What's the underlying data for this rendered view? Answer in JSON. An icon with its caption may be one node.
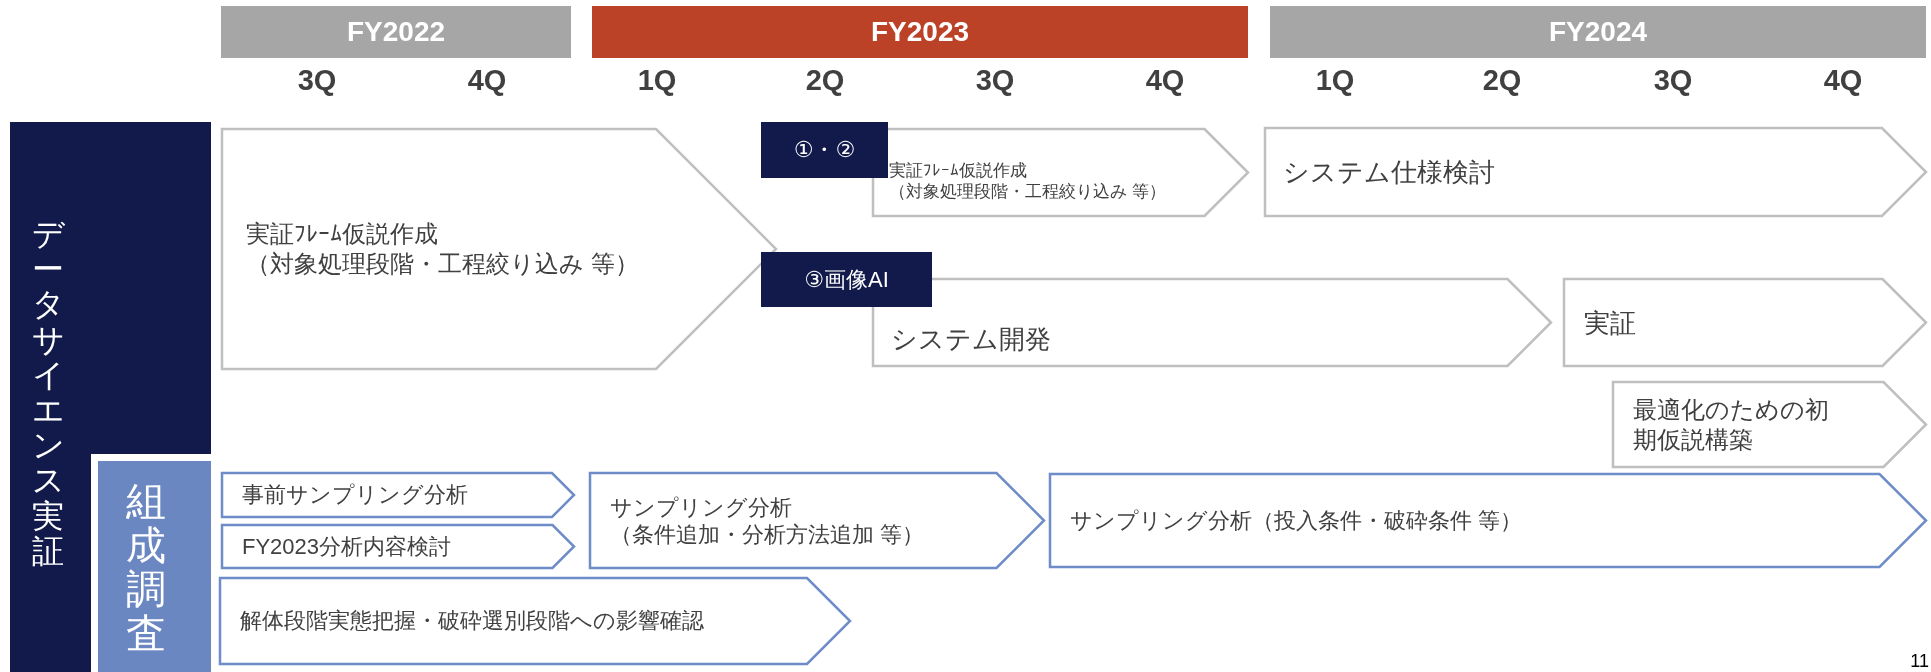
{
  "diagram": {
    "nodes": [
      {
        "text": [
          "FY2022"
        ]
      },
      {
        "text": [
          "FY2023"
        ]
      },
      {
        "text": [
          "FY2024"
        ]
      },
      {
        "text": [
          "データサイエンス実証"
        ]
      },
      {
        "text": [
          "組成調査"
        ],
        "in": 3
      },
      {
        "text": [
          "実証ﾌﾚｰﾑ仮説作成（対象処理段階・工程絞り込み 等）"
        ]
      },
      {
        "text": [
          "①・②"
        ]
      },
      {
        "text": [
          "実証ﾌﾚｰﾑ仮説作成（対象処理段階・工程絞り込み 等）"
        ]
      },
      {
        "text": [
          "システム仕様検討"
        ]
      },
      {
        "text": [
          "③画像AI"
        ]
      },
      {
        "text": [
          "システム開発"
        ]
      },
      {
        "text": [
          "実証"
        ]
      },
      {
        "text": [
          "最適化のための初期仮説構築"
        ]
      },
      {
        "text": [
          "事前サンプリング分析"
        ]
      },
      {
        "text": [
          "サンプリング分析（条件追加・分析方法追加 等）"
        ]
      },
      {
        "text": [
          "サンプリング分析（投入条件・破砕条件 等）"
        ]
      },
      {
        "text": [
          "FY2023分析内容検討"
        ]
      },
      {
        "text": [
          "解体段階実態把握・破砕選別段階への影響確認"
        ]
      }
    ],
    "labels": [
      "3Q",
      "4Q",
      "1Q",
      "2Q",
      "3Q",
      "4Q",
      "1Q",
      "2Q",
      "3Q",
      "4Q",
      "11"
    ]
  }
}
